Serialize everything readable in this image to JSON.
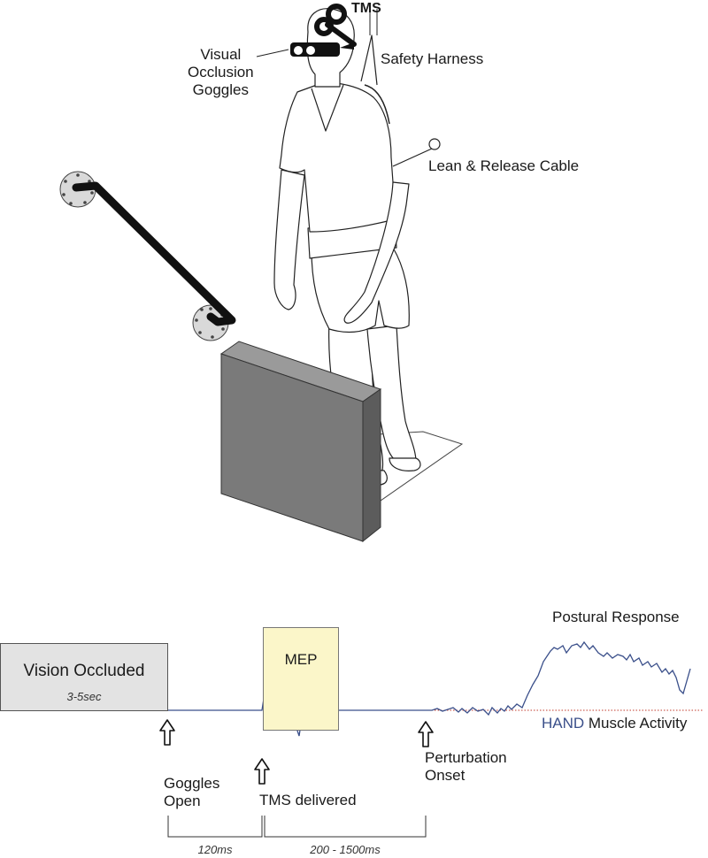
{
  "labels": {
    "tms": "TMS",
    "goggles": "Visual\nOcclusion\nGoggles",
    "harness": "Safety Harness",
    "cable": "Lean & Release Cable",
    "vision_occluded": "Vision Occluded",
    "vision_duration": "3-5sec",
    "mep": "MEP",
    "postural_response": "Postural Response",
    "hand_word": "HAND",
    "muscle_activity": " Muscle Activity",
    "goggles_open": "Goggles\nOpen",
    "tms_delivered": "TMS delivered",
    "perturbation_onset": "Perturbation\nOnset",
    "interval_1": "120ms",
    "interval_2": "200 - 1500ms"
  },
  "colors": {
    "trace": "#3a4f8a",
    "baseline_dotted": "#c0392b",
    "mep_box": "#fbf6c9",
    "occlusion_box": "#e3e3e3",
    "block_front": "#7a7a7a",
    "block_side": "#5c5c5c",
    "block_top": "#9a9a9a",
    "rail": "#111111"
  },
  "icons": [
    "up-arrow-icon",
    "tms-coil-icon",
    "goggles-icon",
    "cable-ring-icon",
    "wall-flange-icon"
  ]
}
